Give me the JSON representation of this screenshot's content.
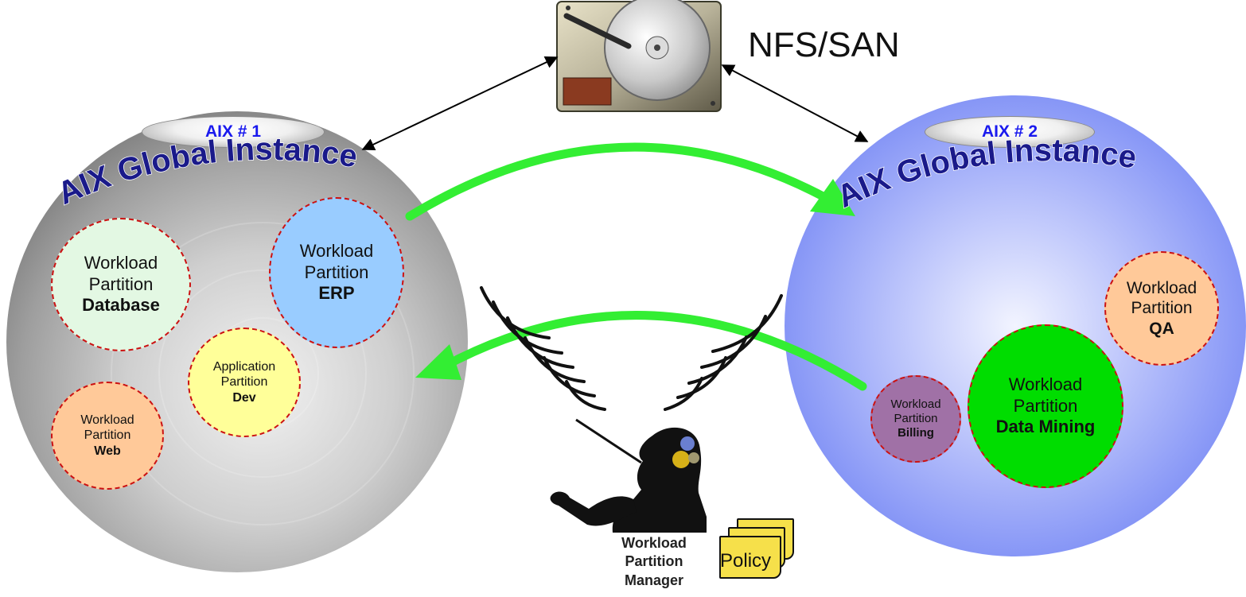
{
  "storage": {
    "label": "NFS/SAN",
    "icon": "hard-disk-icon"
  },
  "hosts": [
    {
      "id": "aix1",
      "badge": "AIX # 1",
      "title": "AIX Global Instance",
      "color": "#8c8c8c",
      "partitions": [
        {
          "line1": "Workload",
          "line2": "Partition",
          "name": "Database",
          "color": "#e3f8e3"
        },
        {
          "line1": "Workload",
          "line2": "Partition",
          "name": "ERP",
          "color": "#99ccff"
        },
        {
          "line1": "Application",
          "line2": "Partition",
          "name": "Dev",
          "color": "#ffff99"
        },
        {
          "line1": "Workload",
          "line2": "Partition",
          "name": "Web",
          "color": "#ffc999"
        }
      ]
    },
    {
      "id": "aix2",
      "badge": "AIX # 2",
      "title": "AIX Global Instance",
      "color": "#7f8ff7",
      "partitions": [
        {
          "line1": "Workload",
          "line2": "Partition",
          "name": "QA",
          "color": "#ffc999"
        },
        {
          "line1": "Workload",
          "line2": "Partition",
          "name": "Data Mining",
          "color": "#00dd00"
        },
        {
          "line1": "Workload",
          "line2": "Partition",
          "name": "Billing",
          "color": "#a071a6"
        }
      ]
    }
  ],
  "manager": {
    "line1": "Workload",
    "line2": "Partition",
    "line3": "Manager",
    "icon": "conductor-icon"
  },
  "policy": {
    "label": "Policy",
    "color": "#f6e04a"
  },
  "arrows": {
    "migration_color": "#33ee33"
  }
}
